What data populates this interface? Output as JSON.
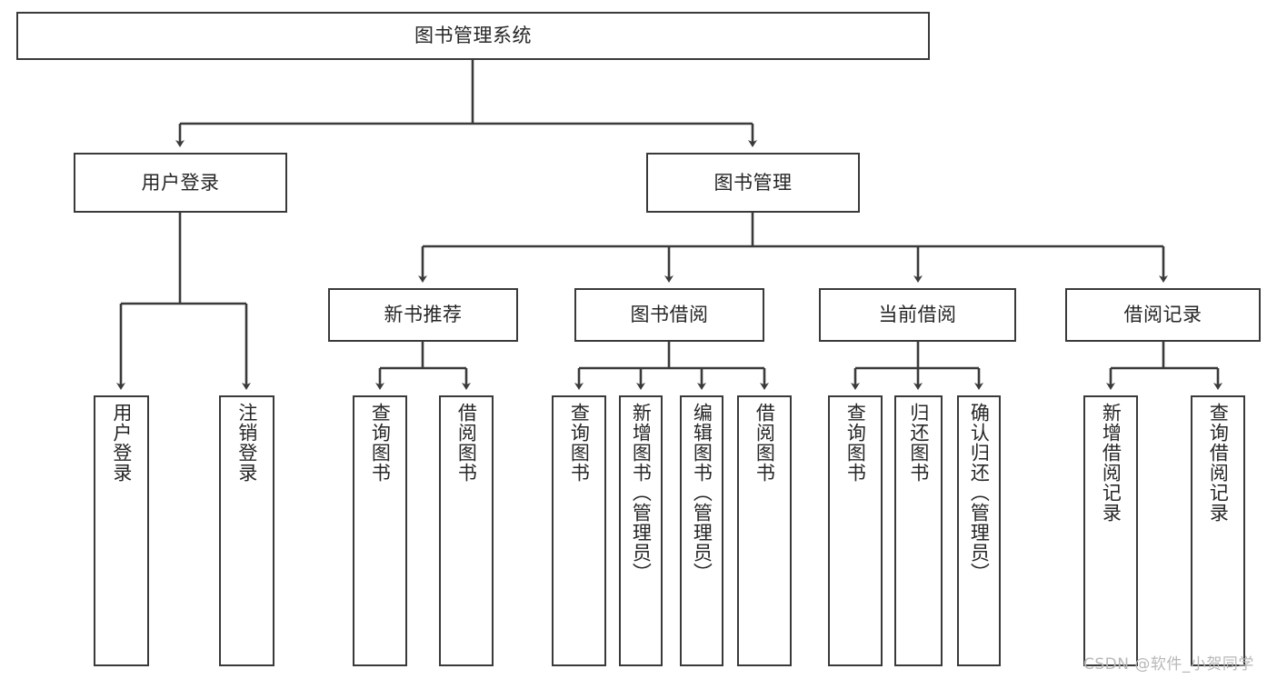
{
  "diagram": {
    "title": "图书管理系统",
    "type": "hierarchy-tree",
    "colors": {
      "box_border": "#3a3a3a",
      "box_fill": "#ffffff",
      "connector": "#3a3a3a",
      "text": "#262626",
      "watermark": "#b8b8b8"
    },
    "root": {
      "label": "图书管理系统"
    },
    "level2": [
      {
        "label": "用户登录"
      },
      {
        "label": "图书管理"
      }
    ],
    "level3": [
      {
        "label": "新书推荐"
      },
      {
        "label": "图书借阅"
      },
      {
        "label": "当前借阅"
      },
      {
        "label": "借阅记录"
      }
    ],
    "leaves": {
      "user_login": [
        {
          "label": "用户登录"
        },
        {
          "label": "注销登录"
        }
      ],
      "new_book": [
        {
          "label": "查询图书"
        },
        {
          "label": "借阅图书"
        }
      ],
      "book_borrow": [
        {
          "label": "查询图书"
        },
        {
          "label": "新增图书（管理员）"
        },
        {
          "label": "编辑图书（管理员）"
        },
        {
          "label": "借阅图书"
        }
      ],
      "current_borrow": [
        {
          "label": "查询图书"
        },
        {
          "label": "归还图书"
        },
        {
          "label": "确认归还（管理员）"
        }
      ],
      "borrow_record": [
        {
          "label": "新增借阅记录"
        },
        {
          "label": "查询借阅记录"
        }
      ]
    }
  },
  "watermark": {
    "text": "CSDN @软件_小贺同学"
  }
}
